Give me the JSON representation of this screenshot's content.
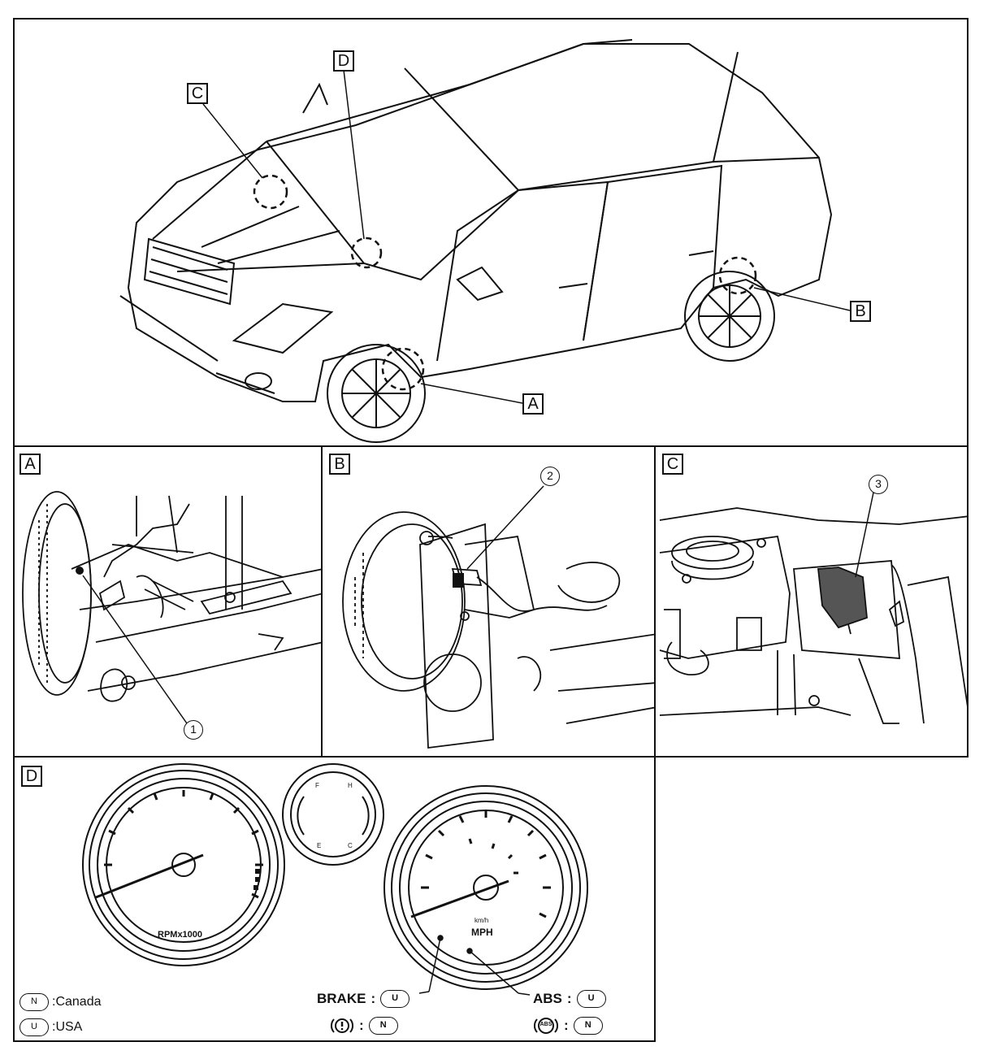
{
  "callouts": {
    "top": {
      "A": "A",
      "B": "B",
      "C": "C",
      "D": "D"
    },
    "panel_a": "A",
    "panel_b": "B",
    "panel_c": "C",
    "panel_d": "D"
  },
  "part_numbers": {
    "one": "1",
    "two": "2",
    "three": "3"
  },
  "cluster": {
    "tach_label": "RPMx1000",
    "speedo_label": "MPH",
    "speedo_sublabel": "km/h",
    "fuel_f": "F",
    "fuel_e": "E",
    "temp_h": "H",
    "temp_c": "C"
  },
  "legend": {
    "canada_code": "N",
    "canada_label": ":Canada",
    "usa_code": "U",
    "usa_label": ":USA"
  },
  "indicators": {
    "brake_label": "BRAKE",
    "brake_sep": ":",
    "brake_code": "U",
    "brake_icon_sep": ":",
    "brake_icon_code": "N",
    "abs_label": "ABS",
    "abs_sep": ":",
    "abs_code": "U",
    "abs_icon_text": "ABS",
    "abs_icon_sep": ":",
    "abs_icon_code": "N"
  },
  "icons": [
    "brake-warning-icon",
    "abs-warning-icon"
  ]
}
